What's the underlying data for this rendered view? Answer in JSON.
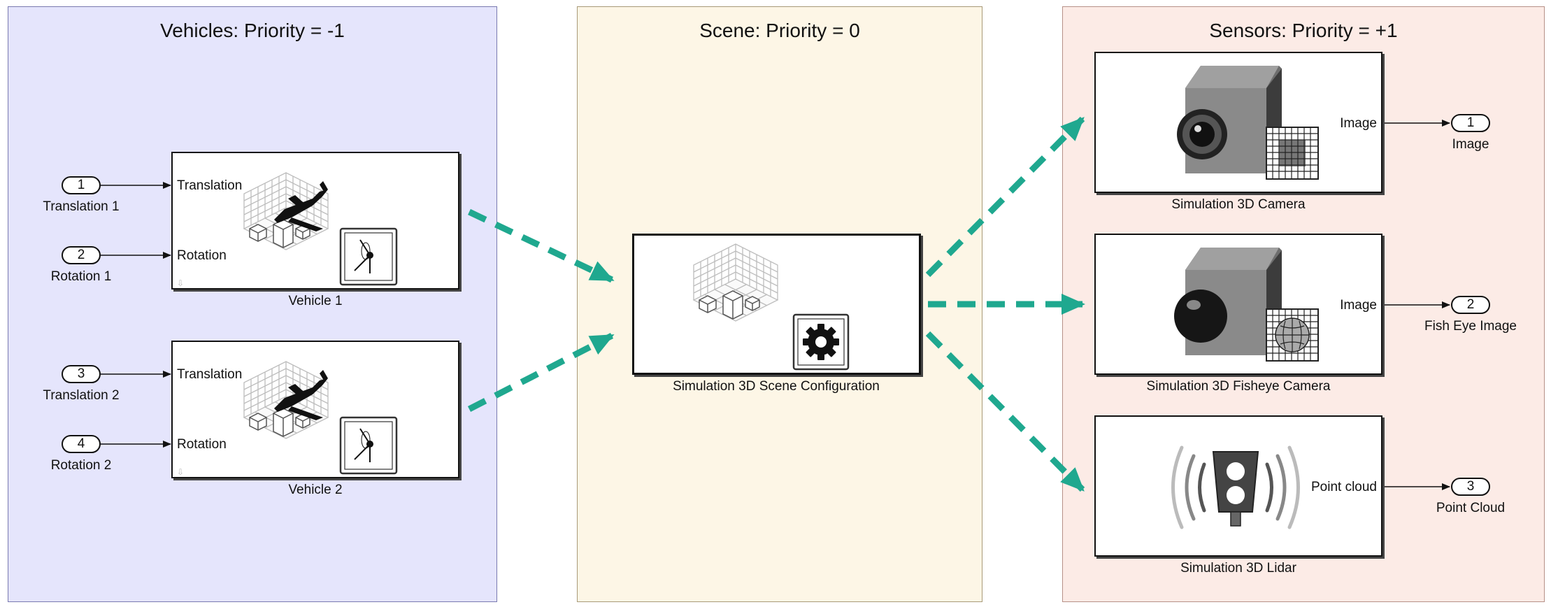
{
  "colors": {
    "vehicles_bg": "#e5e5fc",
    "scene_bg": "#fdf6e6",
    "sensors_bg": "#fcebe6",
    "arrow": "#1fa88f"
  },
  "areas": {
    "vehicles": {
      "title": "Vehicles: Priority = -1"
    },
    "scene": {
      "title": "Scene: Priority = 0"
    },
    "sensors": {
      "title": "Sensors: Priority = +1"
    }
  },
  "inports": [
    {
      "num": "1",
      "label": "Translation 1"
    },
    {
      "num": "2",
      "label": "Rotation 1"
    },
    {
      "num": "3",
      "label": "Translation 2"
    },
    {
      "num": "4",
      "label": "Rotation 2"
    }
  ],
  "vehicles": [
    {
      "name": "Vehicle 1",
      "port_in_1": "Translation",
      "port_in_2": "Rotation"
    },
    {
      "name": "Vehicle 2",
      "port_in_1": "Translation",
      "port_in_2": "Rotation"
    }
  ],
  "scene": {
    "name": "Simulation 3D Scene Configuration",
    "icon": "gear-icon"
  },
  "sensors": [
    {
      "name": "Simulation 3D Camera",
      "port_out": "Image",
      "icon": "camera-icon"
    },
    {
      "name": "Simulation 3D Fisheye Camera",
      "port_out": "Image",
      "icon": "fisheye-camera-icon"
    },
    {
      "name": "Simulation 3D Lidar",
      "port_out": "Point cloud",
      "icon": "lidar-icon"
    }
  ],
  "outports": [
    {
      "num": "1",
      "label": "Image"
    },
    {
      "num": "2",
      "label": "Fish Eye Image"
    },
    {
      "num": "3",
      "label": "Point Cloud"
    }
  ]
}
